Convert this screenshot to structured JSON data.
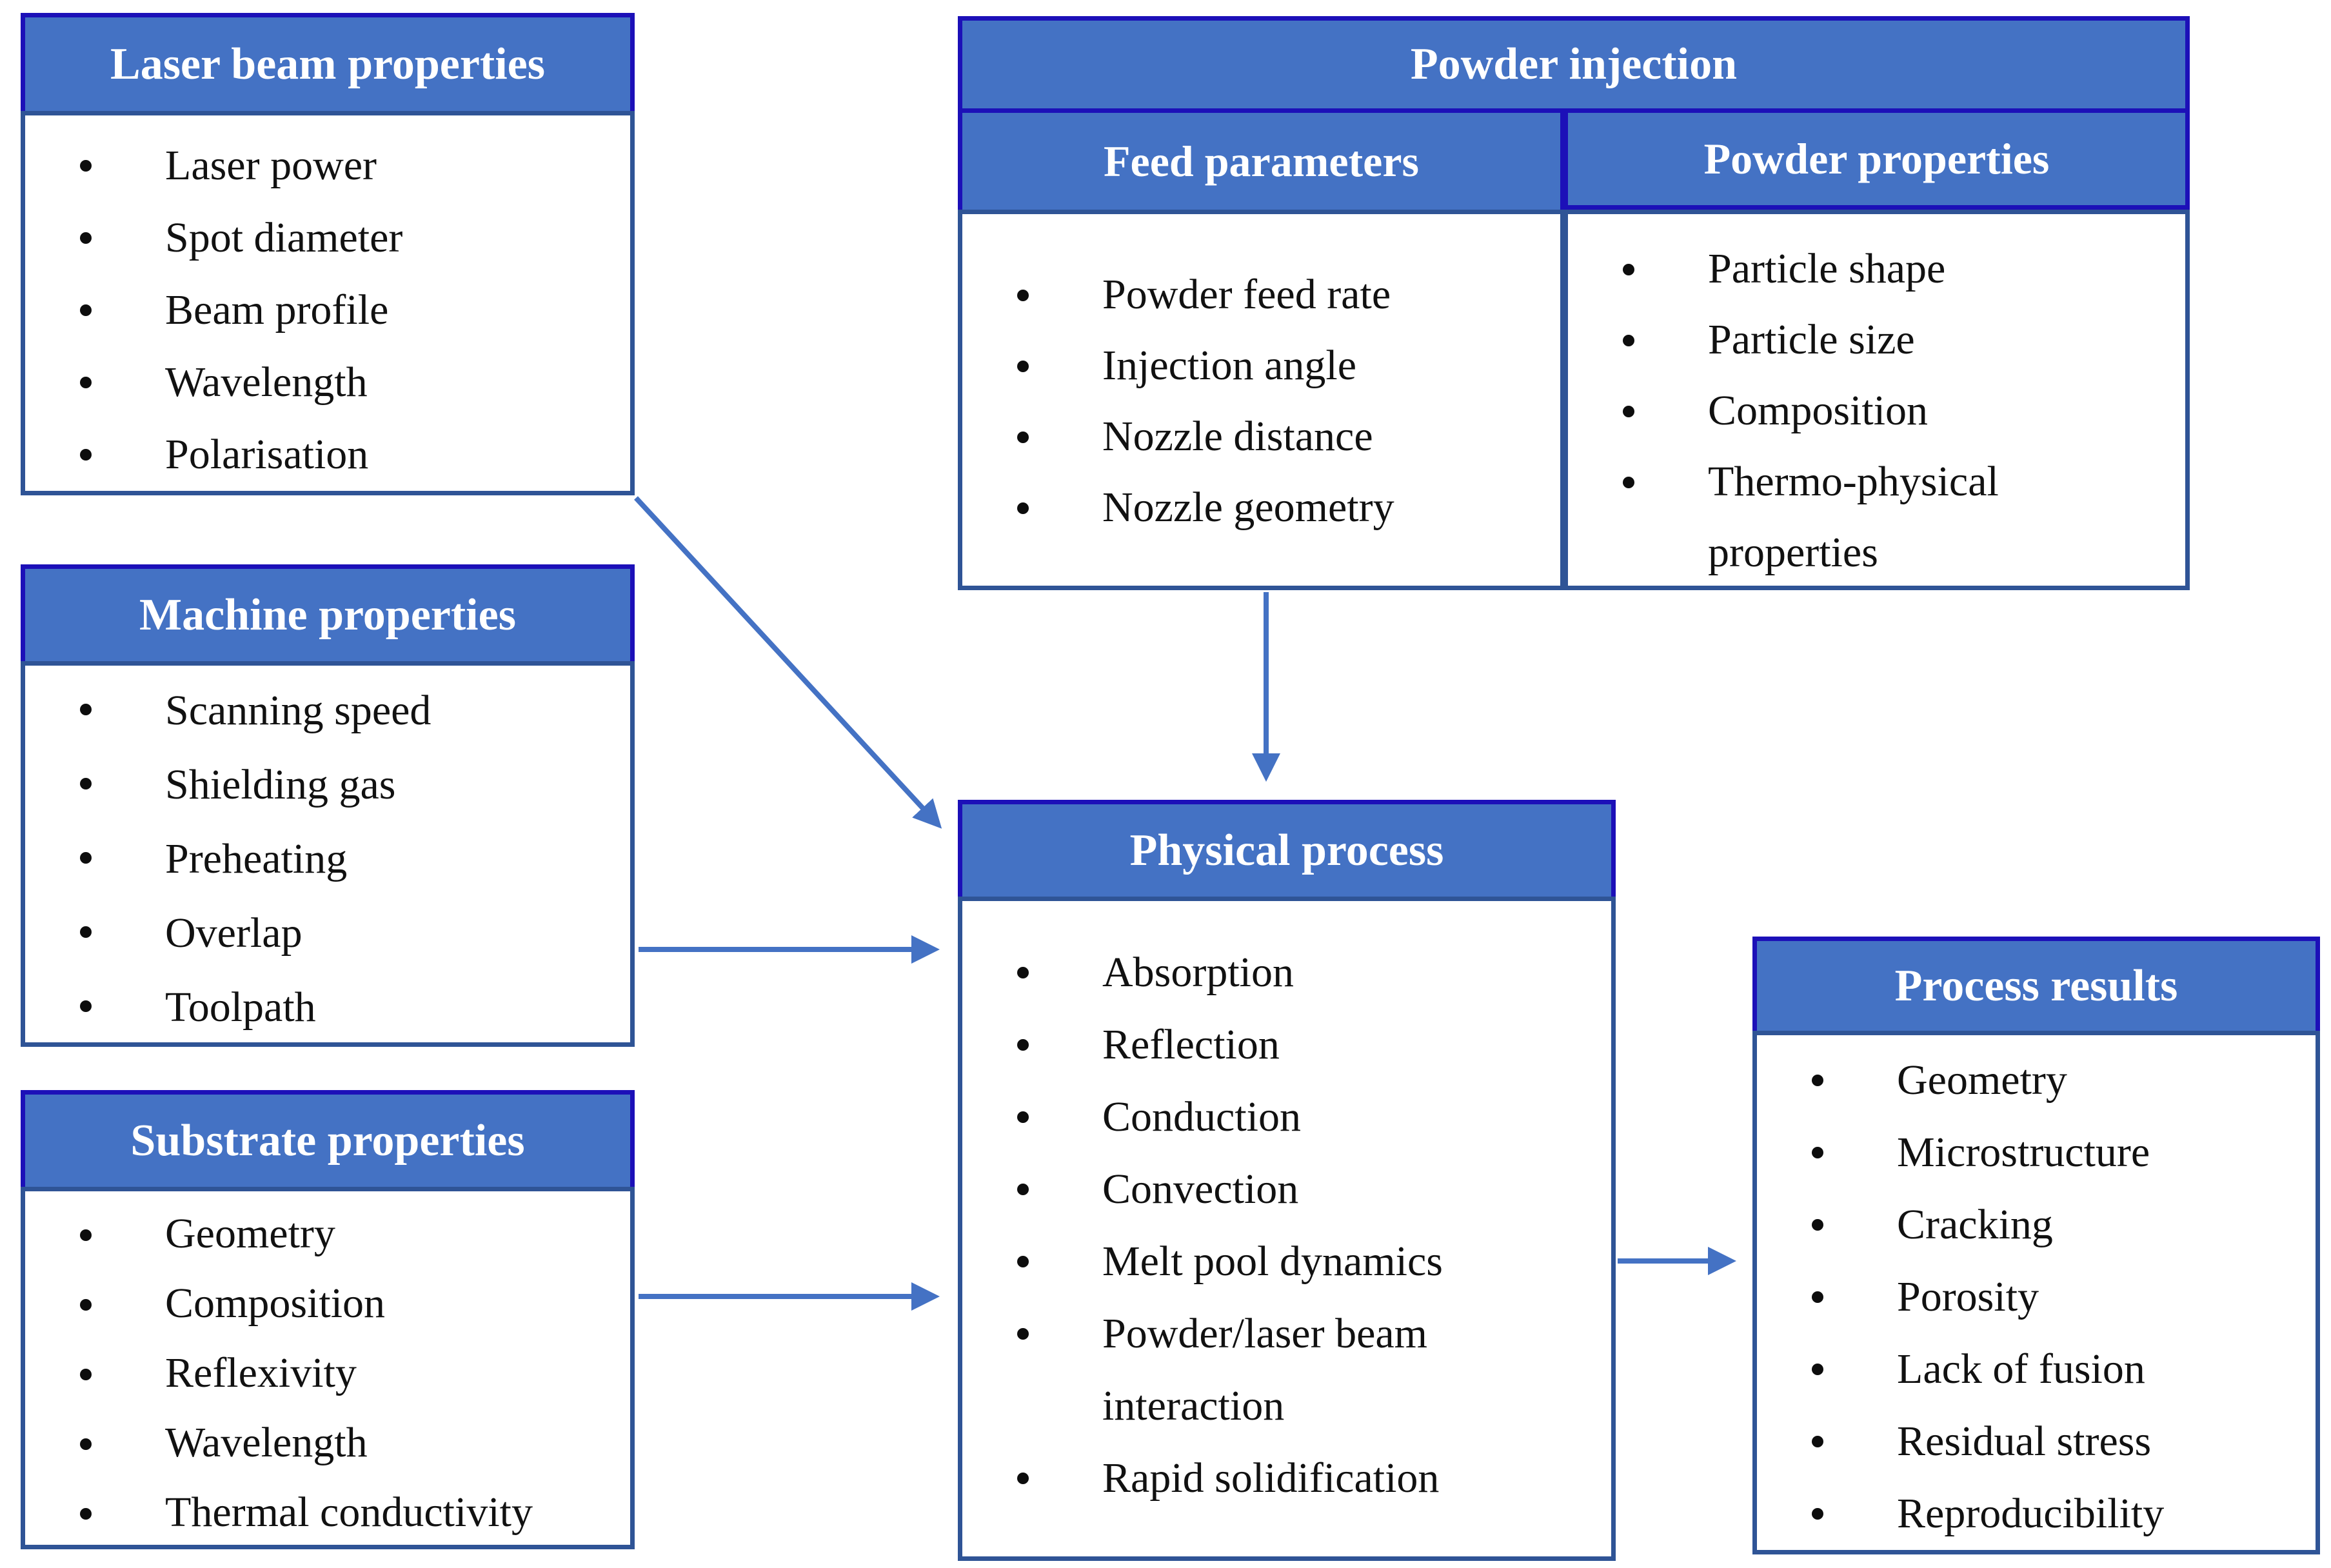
{
  "colors": {
    "header_fill": "#4472C4",
    "header_border": "#1C10B8",
    "body_border": "#2F5496",
    "arrow": "#4472C4",
    "text": "#111111",
    "header_text": "#FFFFFF"
  },
  "boxes": {
    "laser": {
      "title": "Laser beam properties",
      "items": [
        "Laser power",
        "Spot diameter",
        "Beam profile",
        "Wavelength",
        "Polarisation"
      ]
    },
    "machine": {
      "title": "Machine properties",
      "items": [
        "Scanning speed",
        "Shielding gas",
        "Preheating",
        "Overlap",
        "Toolpath"
      ]
    },
    "substrate": {
      "title": "Substrate properties",
      "items": [
        "Geometry",
        "Composition",
        "Reflexivity",
        "Wavelength",
        "Thermal conductivity"
      ]
    },
    "powder_injection": {
      "title": "Powder injection",
      "columns": [
        {
          "header": "Feed parameters",
          "items": [
            "Powder feed rate",
            "Injection angle",
            "Nozzle distance",
            "Nozzle geometry"
          ]
        },
        {
          "header": "Powder properties",
          "items": [
            "Particle shape",
            "Particle size",
            "Composition",
            "Thermo-physical properties"
          ]
        }
      ]
    },
    "physical": {
      "title": "Physical process",
      "items": [
        "Absorption",
        "Reflection",
        "Conduction",
        "Convection",
        "Melt pool dynamics",
        "Powder/laser beam interaction",
        "Rapid solidification"
      ]
    },
    "results": {
      "title": "Process results",
      "items": [
        "Geometry",
        "Microstructure",
        "Cracking",
        "Porosity",
        "Lack of fusion",
        "Residual stress",
        "Reproducibility"
      ]
    }
  }
}
